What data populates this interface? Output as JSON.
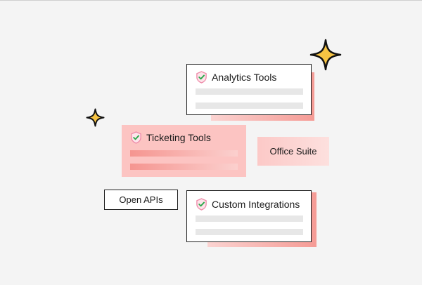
{
  "cards": {
    "analytics": {
      "title": "Analytics Tools"
    },
    "ticketing": {
      "title": "Ticketing Tools"
    },
    "custom": {
      "title": "Custom Integrations"
    }
  },
  "tags": {
    "office": "Office Suite",
    "apis": "Open APIs"
  },
  "icons": {
    "check": "shield-check-icon",
    "sparkle": "sparkle-icon"
  },
  "colors": {
    "background": "#f4f4f4",
    "accent_pink": "#f59b95",
    "light_pink": "#fbd3d1",
    "check_green": "#2aa84a",
    "sparkle_yellow": "#f6c343"
  }
}
